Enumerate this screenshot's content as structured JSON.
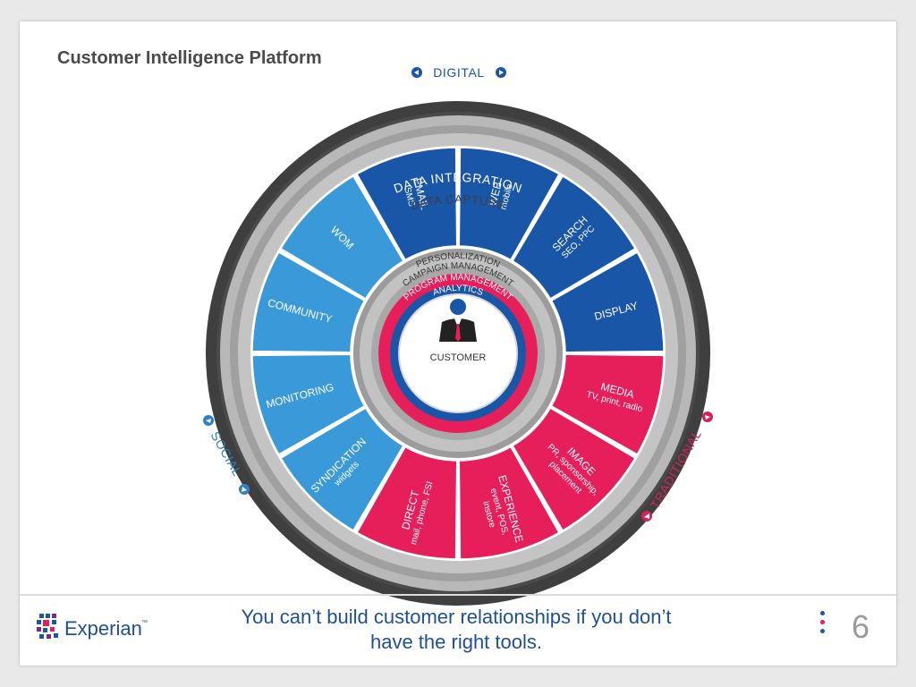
{
  "title": "Customer Intelligence Platform",
  "outer_labels": {
    "digital": "DIGITAL",
    "social": "SOCIAL",
    "traditional": "TRADITIONAL"
  },
  "rings": {
    "integration": "DATA INTEGRATION",
    "capture": "DATA CAPTURE",
    "personalization": "PERSONALIZATION",
    "campaign": "CAMPAIGN MANAGEMENT",
    "program": "PROGRAM MANAGEMENT",
    "analytics": "ANALYTICS"
  },
  "center": {
    "label": "CUSTOMER"
  },
  "segments": [
    {
      "id": "web",
      "group": "digital",
      "label": "WEB",
      "sub": [
        "mobile"
      ]
    },
    {
      "id": "search",
      "group": "digital",
      "label": "SEARCH",
      "sub": [
        "SEO, PPC"
      ]
    },
    {
      "id": "display",
      "group": "digital",
      "label": "DISPLAY",
      "sub": []
    },
    {
      "id": "media",
      "group": "traditional",
      "label": "MEDIA",
      "sub": [
        "TV, print, radio"
      ]
    },
    {
      "id": "image",
      "group": "traditional",
      "label": "IMAGE",
      "sub": [
        "PR, sponsorship,",
        "placement"
      ]
    },
    {
      "id": "experience",
      "group": "traditional",
      "label": "EXPERIENCE",
      "sub": [
        "event, POS,",
        "instore"
      ]
    },
    {
      "id": "direct",
      "group": "traditional",
      "label": "DIRECT",
      "sub": [
        "mail, phone, FSI"
      ]
    },
    {
      "id": "syndication",
      "group": "social",
      "label": "SYNDICATION",
      "sub": [
        "widgets"
      ]
    },
    {
      "id": "monitoring",
      "group": "social",
      "label": "MONITORING",
      "sub": []
    },
    {
      "id": "community",
      "group": "social",
      "label": "COMMUNITY",
      "sub": []
    },
    {
      "id": "wom",
      "group": "social",
      "label": "WOM",
      "sub": []
    },
    {
      "id": "email",
      "group": "digital",
      "label": "EMAIL",
      "sub": [
        "SMS"
      ]
    }
  ],
  "colors": {
    "digital": "#1a56a8",
    "social": "#3a9ad9",
    "traditional": "#e61e5a",
    "dark_ring": "#3f3f3f",
    "grey_ring": "#a6a6a6",
    "navy_text": "#1f4f96",
    "digital_label": "#1a56a8",
    "social_label": "#2f7fc4",
    "traditional_label": "#d3245a"
  },
  "footer": {
    "tagline_line1": "You can’t build customer relationships if you don’t",
    "tagline_line2": "have the right tools.",
    "page_number": "6",
    "logo_text": "Experian",
    "logo_tm": "™"
  },
  "page_dot_colors": [
    "#1a56a8",
    "#e61e5a",
    "#1a56a8"
  ]
}
